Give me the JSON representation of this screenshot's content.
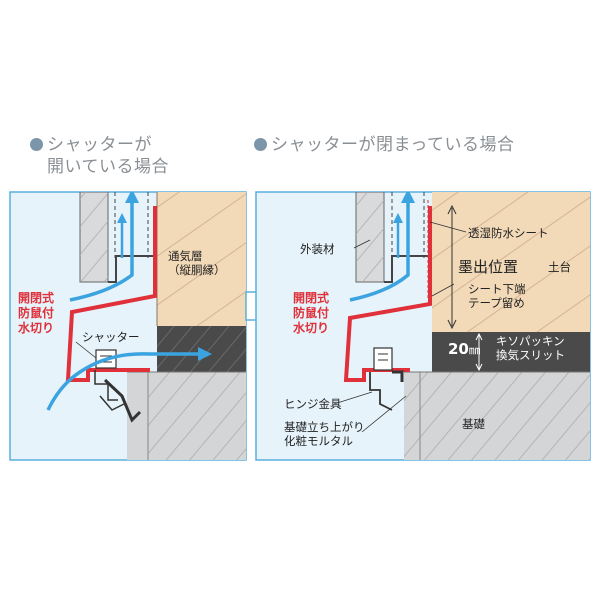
{
  "left_panel": {
    "heading_line1": "シャッターが",
    "heading_line2": "開いている場合",
    "labels": {
      "air_layer_1": "通気層",
      "air_layer_2": "（縦胴縁）",
      "flashing_1": "開閉式",
      "flashing_2": "防鼠付",
      "flashing_3": "水切り",
      "shutter": "シャッター"
    }
  },
  "right_panel": {
    "heading": "シャッターが閉まっている場合",
    "labels": {
      "exterior_material": "外装材",
      "moisture_sheet": "透湿防水シート",
      "ink_position": "墨出位置",
      "sill": "土台",
      "sheet_end_1": "シート下端",
      "sheet_end_2": "テープ留め",
      "flashing_1": "開閉式",
      "flashing_2": "防鼠付",
      "flashing_3": "水切り",
      "gap_value": "20",
      "gap_unit": "㎜",
      "packing_1": "キソパッキン",
      "packing_2": "換気スリット",
      "hinge": "ヒンジ金具",
      "mortar_1": "基礎立ち上がり",
      "mortar_2": "化粧モルタル",
      "foundation": "基礎"
    }
  },
  "colors": {
    "wood": "#f2d9b8",
    "panel_bg": "#e6f3fa",
    "panel_border": "#5ab0dd",
    "flashing_red": "#e0303a",
    "airflow_blue": "#3aa3e0",
    "packing_dark": "#4a4a4a",
    "concrete": "#d4d5d6",
    "heading_dot": "#7c95a8"
  }
}
